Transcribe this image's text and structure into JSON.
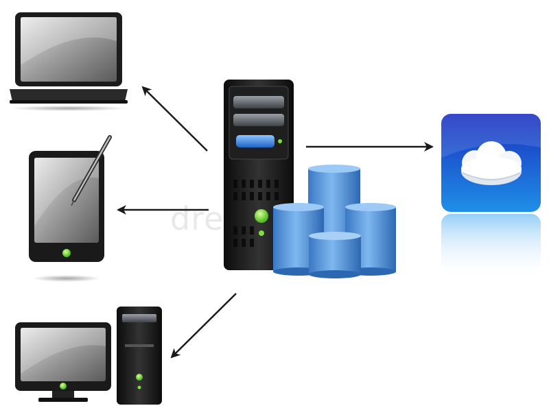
{
  "watermark": "dreamstime",
  "nodes": [
    {
      "id": "server",
      "icon": "server-tower-icon"
    },
    {
      "id": "database",
      "icon": "database-cylinders-icon"
    },
    {
      "id": "laptop",
      "icon": "laptop-icon"
    },
    {
      "id": "tablet",
      "icon": "tablet-stylus-icon"
    },
    {
      "id": "desktop",
      "icon": "desktop-computer-icon"
    },
    {
      "id": "cloud",
      "icon": "cloud-app-icon"
    }
  ],
  "edges": [
    {
      "from": "server",
      "to": "laptop"
    },
    {
      "from": "server",
      "to": "tablet"
    },
    {
      "from": "server",
      "to": "desktop"
    },
    {
      "from": "server",
      "to": "cloud"
    }
  ],
  "colors": {
    "arrow": "#1a1a1a",
    "cylinder": "#4a8fd8",
    "cloud_tile_top": "#1b2fc0",
    "cloud_tile_bottom": "#1f8fe6",
    "led_green": "#7be23a"
  }
}
